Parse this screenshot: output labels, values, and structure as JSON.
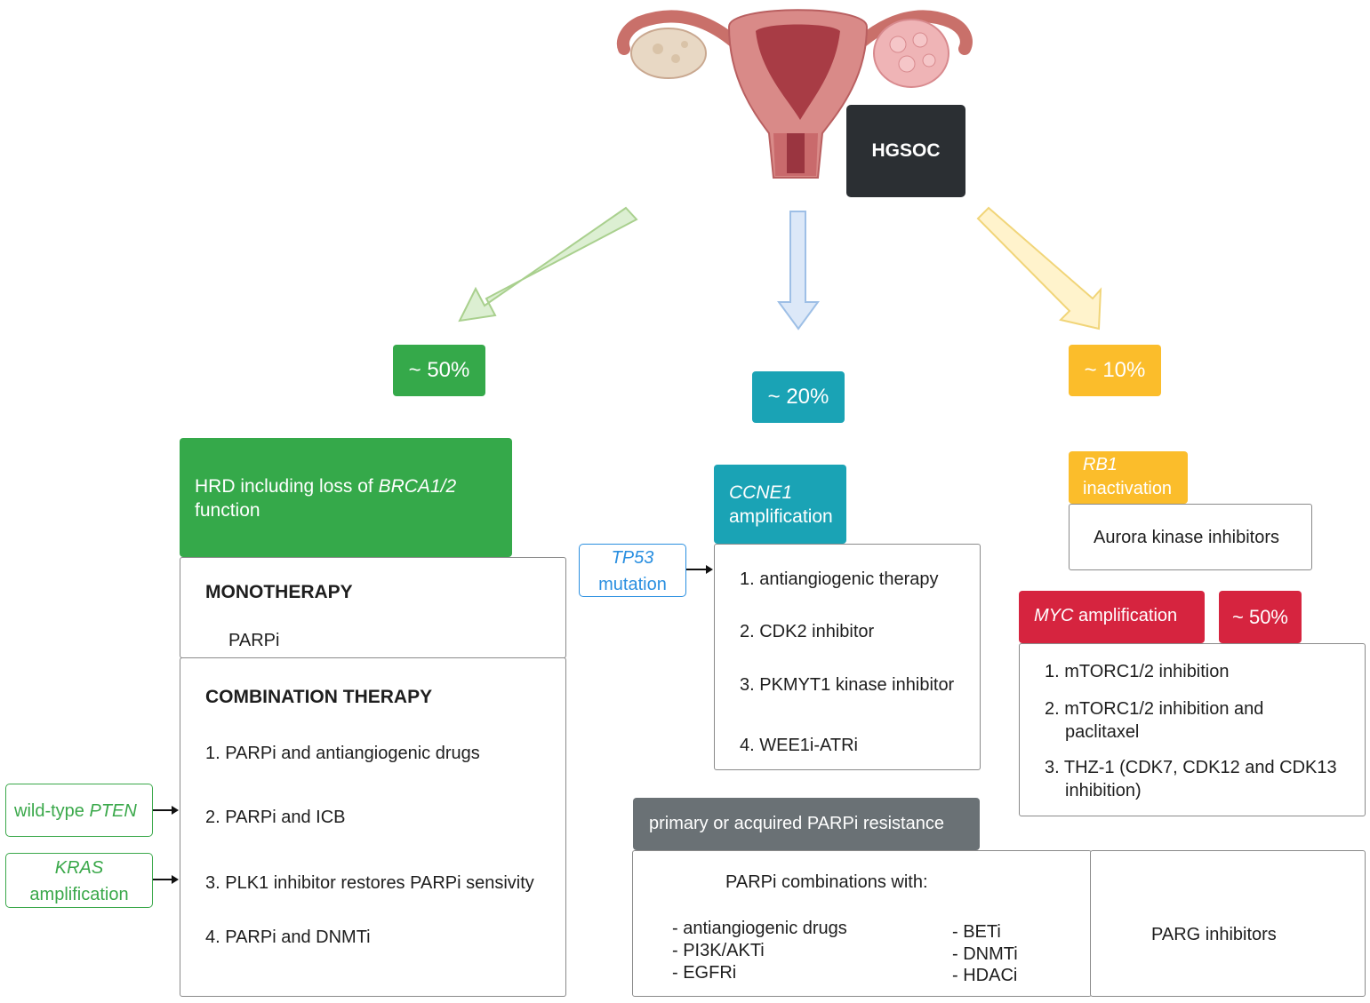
{
  "top": {
    "hgsoc": "HGSOC"
  },
  "left": {
    "pct": "~ 50%",
    "hrd_line1_pre": "HRD including loss of ",
    "hrd_line1_gene": "BRCA1/2",
    "hrd_line2": "function",
    "mono_title": "MONOTHERAPY",
    "mono_item": "PARPi",
    "combo_title": "COMBINATION THERAPY",
    "combo_items": [
      "1. PARPi and antiangiogenic drugs",
      "2. PARPi and ICB",
      "3. PLK1 inhibitor restores PARPi sensivity",
      "4. PARPi and DNMTi"
    ],
    "pten_pre": "wild-type ",
    "pten_gene": "PTEN",
    "kras_gene": "KRAS",
    "kras_line2": "amplification"
  },
  "middle": {
    "pct": "~ 20%",
    "ccne1_gene": "CCNE1",
    "ccne1_line2": "amplification",
    "tp53_gene": "TP53",
    "tp53_line2": "mutation",
    "items": [
      "1. antiangiogenic therapy",
      "2. CDK2 inhibitor",
      "3. PKMYT1 kinase inhibitor",
      "4. WEE1i-ATRi"
    ]
  },
  "right": {
    "pct": "~ 10%",
    "rb1_gene": "RB1",
    "rb1_line2": "inactivation",
    "aurora": "Aurora kinase inhibitors",
    "myc_gene": "MYC",
    "myc_rest": " amplification",
    "myc_pct": "~ 50%",
    "items": [
      {
        "line1": "1. mTORC1/2 inhibition",
        "line2": ""
      },
      {
        "line1": "2. mTORC1/2 inhibition and",
        "line2": "paclitaxel"
      },
      {
        "line1": "3. THZ-1 (CDK7, CDK12 and CDK13",
        "line2": "inhibition)"
      }
    ]
  },
  "resistance": {
    "title": "primary or acquired PARPi resistance",
    "combos_title": "PARPi combinations with:",
    "col1": [
      "- antiangiogenic drugs",
      "- PI3K/AKTi",
      "- EGFRi"
    ],
    "col2": [
      "- BETi",
      "- DNMTi",
      "- HDACi"
    ],
    "parg": "PARG inhibitors"
  },
  "colors": {
    "green": "#35a94a",
    "teal": "#1aa3b5",
    "yellow": "#fbbd2b",
    "red": "#d6243f",
    "dark": "#2b2f33",
    "gray": "#6a7175",
    "tp53_blue": "#2a8fe0",
    "green_text": "#3aa84a"
  }
}
